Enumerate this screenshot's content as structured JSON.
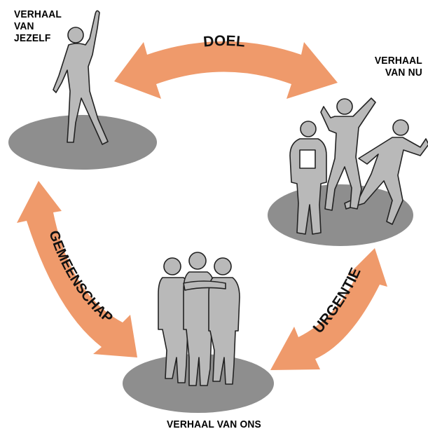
{
  "nodes": {
    "jezelf": {
      "line1": "VERHAAL",
      "line2": "VAN",
      "line3": "JEZELF"
    },
    "nu": {
      "line1": "VERHAAL",
      "line2": "VAN NU"
    },
    "ons": {
      "label": "VERHAAL VAN ONS"
    }
  },
  "arrows": {
    "doel": "DOEL",
    "gemeenschap": "GEMEENSCHAP",
    "urgentie": "URGENTIE"
  },
  "colors": {
    "arrow": "#EF9A6B",
    "ellipse": "#8E8E8E",
    "figure_fill": "#B9B9B9",
    "figure_stroke": "#222222"
  }
}
